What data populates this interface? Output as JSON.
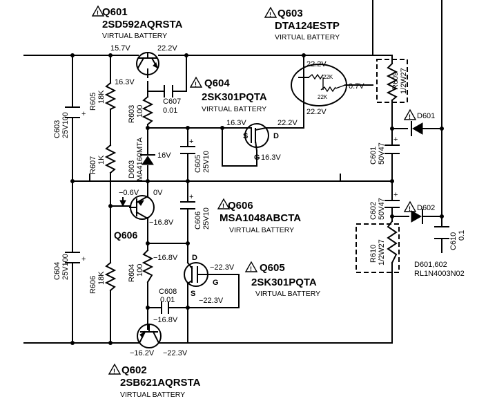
{
  "transistors": {
    "q601": {
      "ref": "Q601",
      "part": "2SD592AQRSTA",
      "note": "VIRTUAL BATTERY",
      "v_c": "15.7V",
      "v_e": "22.2V",
      "v_b": "16.3V"
    },
    "q602": {
      "ref": "Q602",
      "part": "2SB621AQRSTA",
      "note": "VIRTUAL BATTERY",
      "v_b": "−16.8V",
      "v_c": "−16.2V",
      "v_e": "−22.3V"
    },
    "q603": {
      "ref": "Q603",
      "part": "DTA124ESTP",
      "note": "VIRTUAL BATTERY",
      "v_top": "22.2V",
      "v_bot": "22.2V",
      "v_right": "0.7V",
      "r_inner_1": "22K",
      "r_inner_2": "22K"
    },
    "q604": {
      "ref": "Q604",
      "part": "2SK301PQTA",
      "note": "VIRTUAL BATTERY",
      "v_s": "16.3V",
      "v_d": "22.2V",
      "v_g": "16.3V",
      "pin_s": "S",
      "pin_d": "D",
      "pin_g": "G"
    },
    "q605": {
      "ref": "Q605",
      "part": "2SK301PQTA",
      "note": "VIRTUAL BATTERY",
      "v_d": "−16.8V",
      "v_g": "−22.3V",
      "v_s": "−22.3V",
      "pin_d": "D",
      "pin_g": "G",
      "pin_s": "S"
    },
    "q606": {
      "ref": "Q606",
      "part": "MSA1048ABCTA",
      "note": "VIRTUAL BATTERY",
      "label_left": "Q606",
      "v_b": "−0.6V",
      "v_e": "0V",
      "v_c": "−16.8V"
    }
  },
  "passives": {
    "c603": {
      "ref": "C603",
      "value": "25V100"
    },
    "c604": {
      "ref": "C604",
      "value": "25V100"
    },
    "r605": {
      "ref": "R605",
      "value": "18K"
    },
    "r607": {
      "ref": "R607",
      "value": "1K"
    },
    "r606": {
      "ref": "R606",
      "value": "18K"
    },
    "r603": {
      "ref": "R603",
      "value": "100"
    },
    "r604": {
      "ref": "R604",
      "value": "100"
    },
    "c607": {
      "ref": "C607",
      "value": "0.01"
    },
    "c608": {
      "ref": "C608",
      "value": "0.01"
    },
    "d603": {
      "ref": "D603",
      "value": "MA4160MTA",
      "voltage": "16V"
    },
    "c605": {
      "ref": "C605",
      "value": "25V10"
    },
    "c606": {
      "ref": "C606",
      "value": "25V10"
    },
    "c601": {
      "ref": "C601",
      "value": "50V47"
    },
    "c602": {
      "ref": "C602",
      "value": "50V47"
    },
    "r609": {
      "ref": "R609",
      "value": "1/2W27"
    },
    "r610": {
      "ref": "R610",
      "value": "1/2W27"
    },
    "d601": {
      "ref": "D601"
    },
    "d602": {
      "ref": "D602"
    },
    "c610": {
      "ref": "C610",
      "value": "0.1"
    }
  },
  "notes": {
    "diode_line1": "D601,602",
    "diode_line2": "RL1N4003N02"
  },
  "symbols": {
    "warning": "warning-triangle-icon",
    "plus": "+",
    "minus_pole_marker": "+",
    "triangle_mark": "!"
  }
}
